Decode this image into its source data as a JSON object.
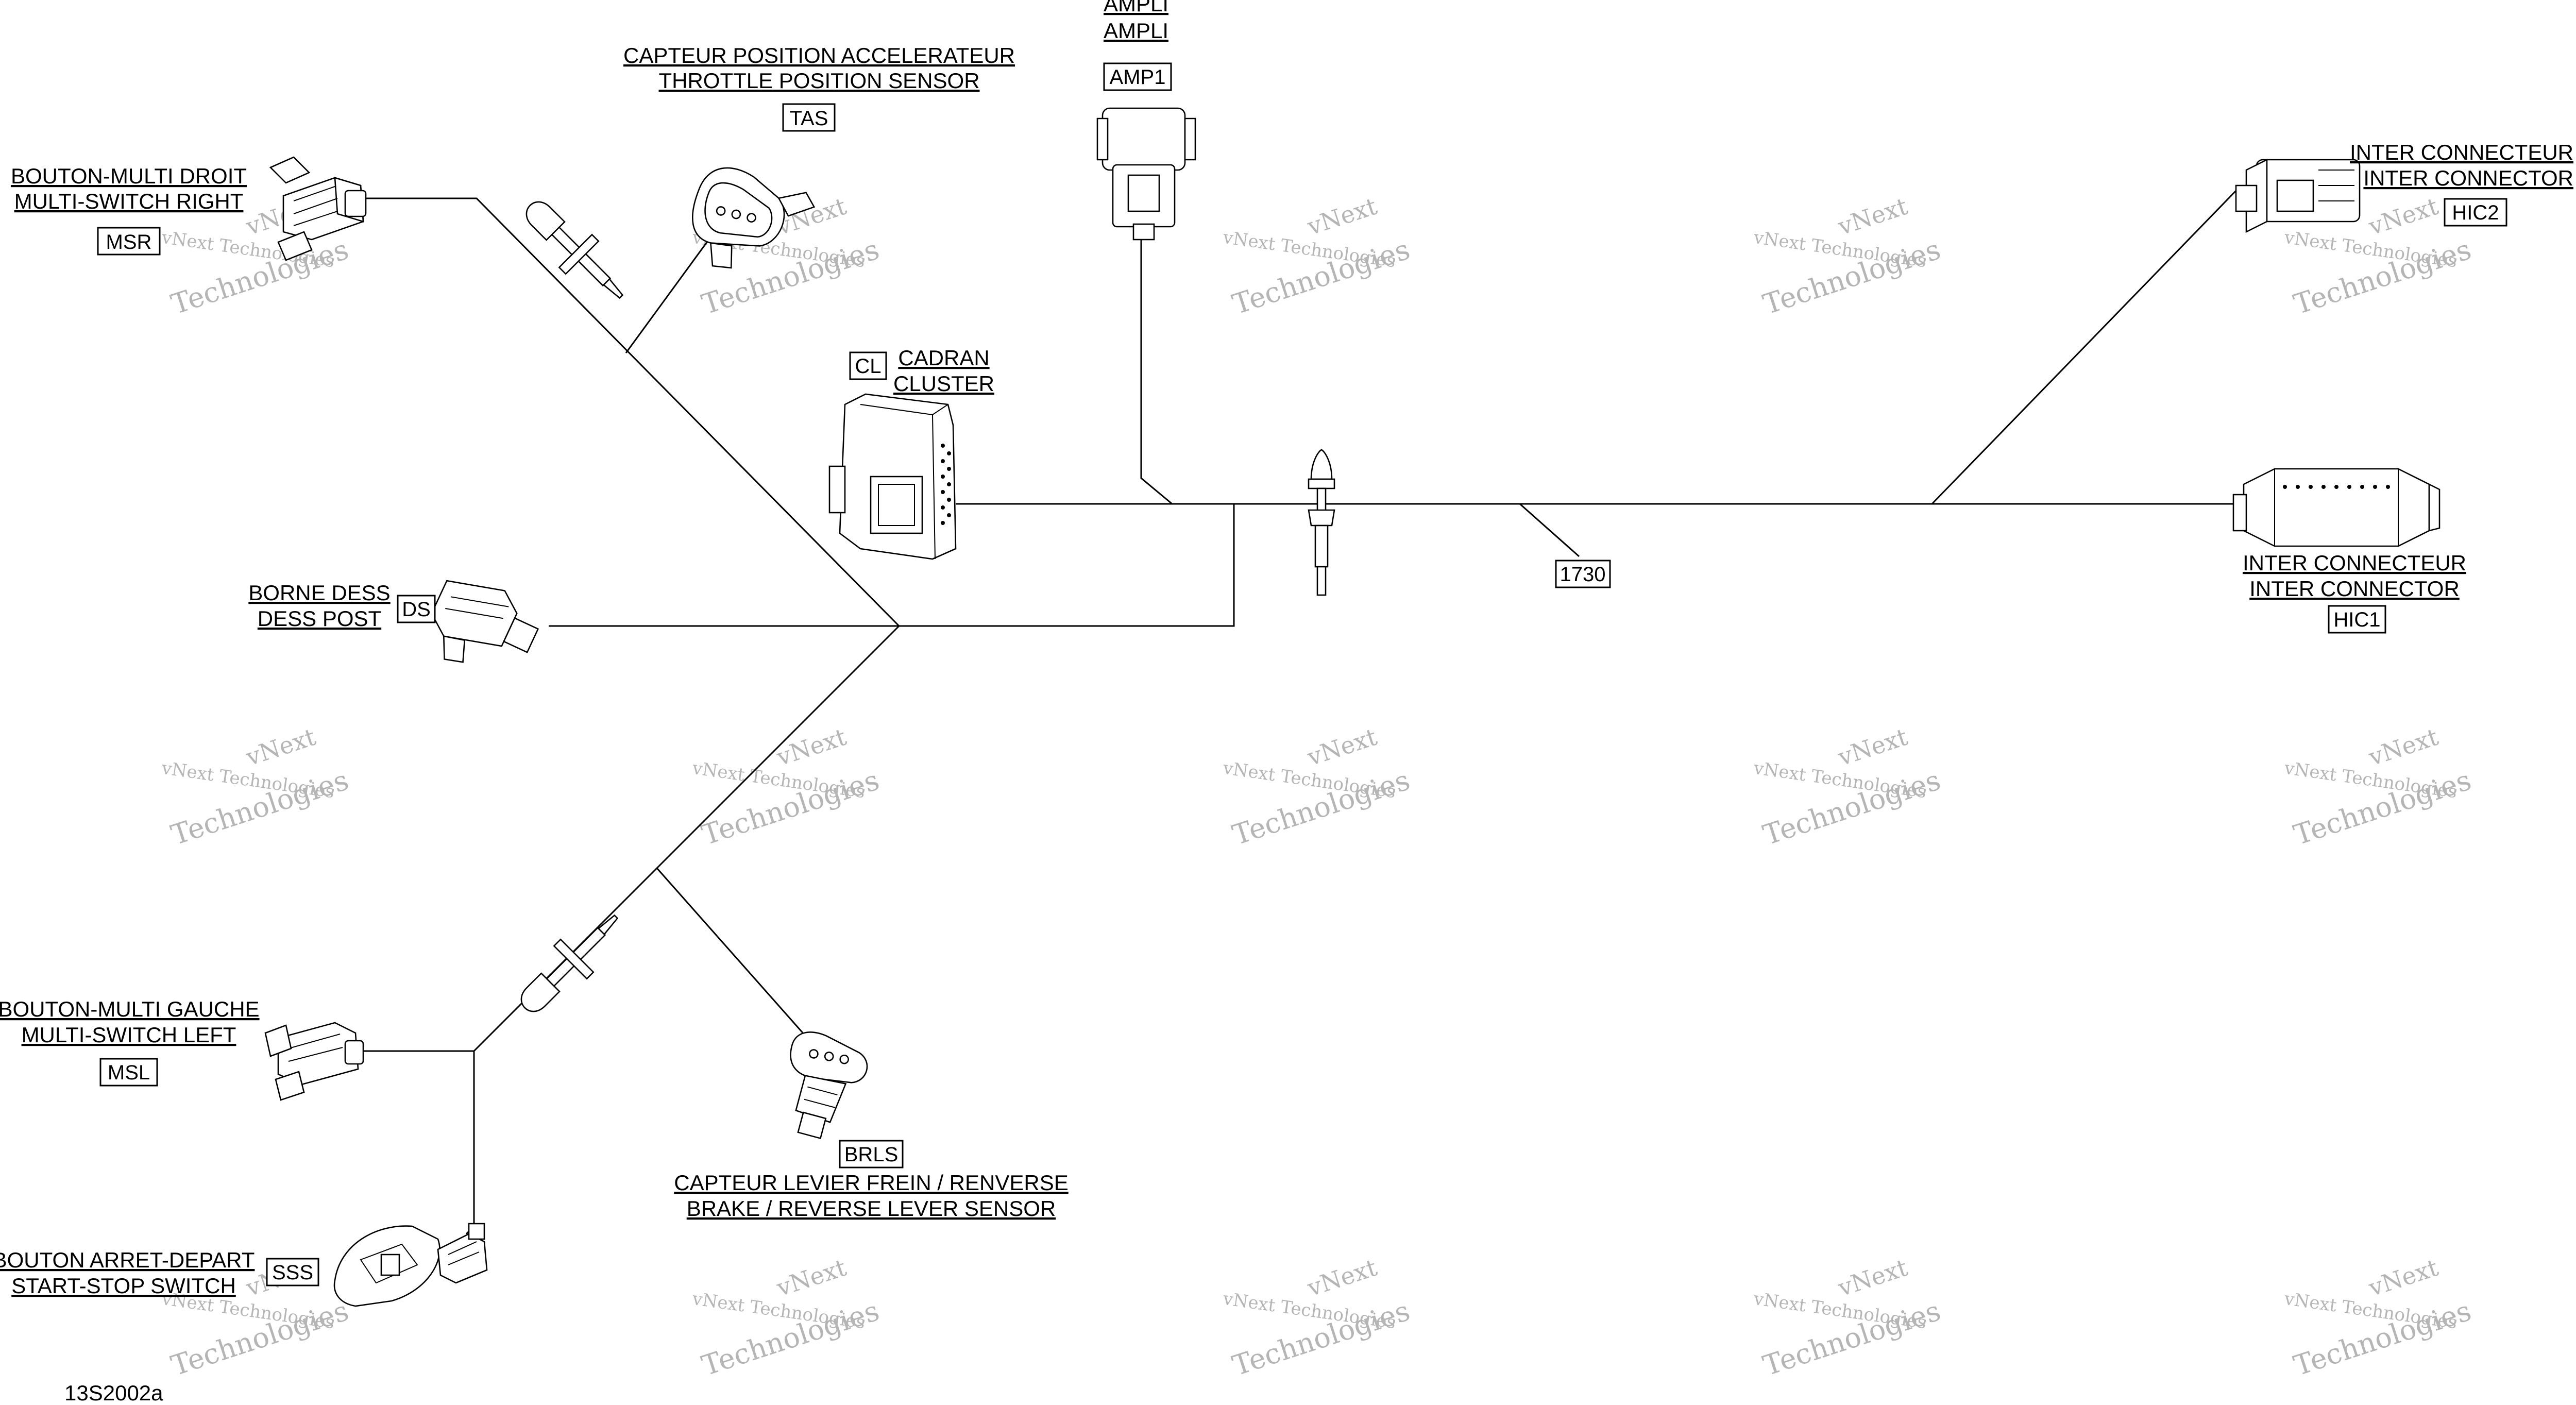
{
  "harness": {
    "connectors": [
      {
        "id": "msr",
        "code": "MSR",
        "label_fr": "BOUTON-MULTI DROIT",
        "label_en": "MULTI-SWITCH RIGHT"
      },
      {
        "id": "tas",
        "code": "TAS",
        "label_fr": "CAPTEUR POSITION ACCELERATEUR",
        "label_en": "THROTTLE POSITION SENSOR"
      },
      {
        "id": "amp1",
        "code": "AMP1",
        "label_fr": "AMPLI",
        "label_en": "AMPLI"
      },
      {
        "id": "cl",
        "code": "CL",
        "label_fr": "CADRAN",
        "label_en": "CLUSTER"
      },
      {
        "id": "hic2",
        "code": "HIC2",
        "label_fr": "INTER CONNECTEUR",
        "label_en": "INTER CONNECTOR"
      },
      {
        "id": "hic1",
        "code": "HIC1",
        "label_fr": "INTER CONNECTEUR",
        "label_en": "INTER CONNECTOR"
      },
      {
        "id": "ds",
        "code": "DS",
        "label_fr": "BORNE DESS",
        "label_en": "DESS POST"
      },
      {
        "id": "msl",
        "code": "MSL",
        "label_fr": "BOUTON-MULTI GAUCHE",
        "label_en": "MULTI-SWITCH LEFT"
      },
      {
        "id": "brls",
        "code": "BRLS",
        "label_fr": "CAPTEUR LEVIER FREIN / RENVERSE",
        "label_en": "BRAKE / REVERSE LEVER SENSOR"
      },
      {
        "id": "sss",
        "code": "SSS",
        "label_fr": "BOUTON ARRET-DEPART",
        "label_en": "START-STOP SWITCH"
      }
    ],
    "branch_tag": "1730"
  },
  "drawing_number": "13S2002a",
  "watermark": {
    "line1": "vNext",
    "line2": "vNext Technologies",
    "line3": "Technologies"
  }
}
